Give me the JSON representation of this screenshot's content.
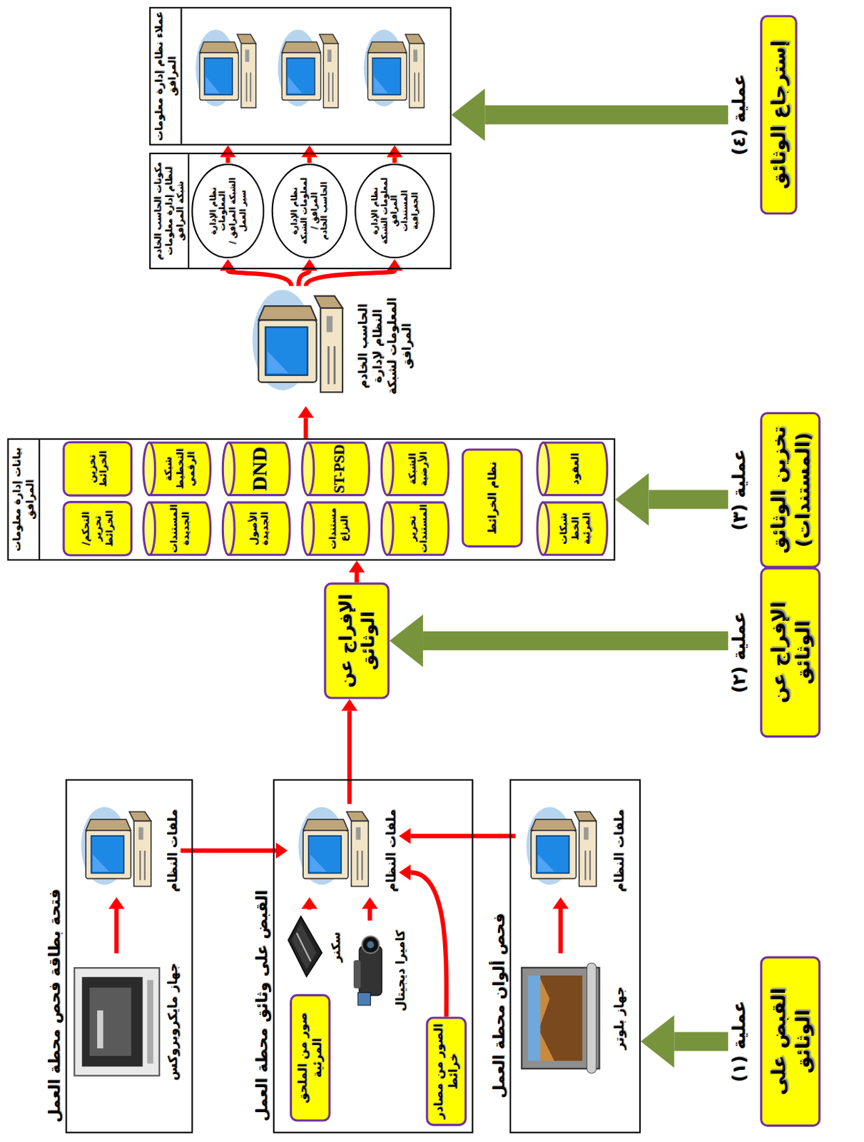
{
  "diagram": {
    "nodes": [
      {
        "text": [
          "فتحة بطاقة فحص محطة العمل"
        ]
      },
      {
        "text": [
          "جهاز مايكروبروكس"
        ],
        "in": 0
      },
      {
        "text": [
          "ملفات النظام"
        ],
        "in": 0
      },
      {
        "text": [
          "القبض على وثائق محطة العمل"
        ]
      },
      {
        "text": [
          "كاميرا ديجيتال"
        ],
        "in": 3
      },
      {
        "text": [
          "سكنر"
        ],
        "in": 3
      },
      {
        "text": [
          "صور من الملحق المرئية"
        ],
        "in": 3
      },
      {
        "text": [
          "الصور من مصادر خرائط"
        ],
        "in": 3
      },
      {
        "text": [
          "ملفات النظام"
        ],
        "in": 3
      },
      {
        "text": [
          "فحص ألوان محطة العمل"
        ]
      },
      {
        "text": [
          "جهاز بلوتر"
        ],
        "in": 9
      },
      {
        "text": [
          "ملفات النظام"
        ],
        "in": 9
      },
      {
        "text": [
          "الإفراج عن الوثائق"
        ]
      },
      {
        "text": [
          "بيانات إدارة معلومات المرافق"
        ]
      },
      {
        "text": [
          "تخزين الخرائط"
        ],
        "in": 13
      },
      {
        "text": [
          "التحكم/تحرير الخرائط"
        ],
        "in": 13
      },
      {
        "text": [
          "شبكة التخطيط الرقمي"
        ],
        "in": 13
      },
      {
        "text": [
          "المستندات الجديدة"
        ],
        "in": 13
      },
      {
        "text": [
          "DND"
        ],
        "in": 13
      },
      {
        "text": [
          "الأصول الجديدة"
        ],
        "in": 13
      },
      {
        "text": [
          "ST-PSD"
        ],
        "in": 13
      },
      {
        "text": [
          "مستندات النزاع"
        ],
        "in": 13
      },
      {
        "text": [
          "الشبكة الأرضية"
        ],
        "in": 13
      },
      {
        "text": [
          "تحرير المستندات"
        ],
        "in": 13
      },
      {
        "text": [
          "نظام الخرائط"
        ],
        "in": 13
      },
      {
        "text": [
          "العقود"
        ],
        "in": 13
      },
      {
        "text": [
          "شبكات الخط المرئية"
        ],
        "in": 13
      },
      {
        "text": [
          "الحاسب الخادم النظام لإدارة المعلومات لشبكة المرافق"
        ]
      },
      {
        "text": [
          "مكونات الحاسب الخادم لنظام إدارة معلومات شبكة المرافق"
        ]
      },
      {
        "text": [
          "نظام الإدارة المعلومات الشبكة المرافق / سير العمل"
        ],
        "in": 28
      },
      {
        "text": [
          "نظام الإدارة لمعلومات الشبكة المرافق / الحاسب الخادم"
        ],
        "in": 28
      },
      {
        "text": [
          "نظام الإدارة لمعلومات الشبكة المرافق المستندات الجغرافية"
        ],
        "in": 28
      },
      {
        "text": [
          "عملاء نظام إدارة معلومات المرافق"
        ]
      },
      {
        "text": [
          "عملية (١)",
          "القبض على الوثائق"
        ]
      },
      {
        "text": [
          "عملية (٢)",
          "الإفراج عن الوثائق"
        ]
      },
      {
        "text": [
          "عملية (٣)",
          "تخزين الوثائق (المستندات)"
        ]
      },
      {
        "text": [
          "عملية (٤)",
          "إسترجاع الوثائق"
        ]
      }
    ],
    "edges": [
      {
        "from": 1,
        "to": 2,
        "arrow": "to"
      },
      {
        "from": 2,
        "to": 8,
        "arrow": "to"
      },
      {
        "from": 11,
        "to": 8,
        "arrow": "to"
      },
      {
        "from": 10,
        "to": 11,
        "arrow": "to"
      },
      {
        "from": 5,
        "to": 8,
        "arrow": "to"
      },
      {
        "from": 4,
        "to": 8,
        "arrow": "to"
      },
      {
        "from": 7,
        "to": 8,
        "arrow": "to"
      },
      {
        "from": 8,
        "to": 12,
        "arrow": "to"
      },
      {
        "from": 12,
        "to": 13,
        "arrow": "to"
      },
      {
        "from": 13,
        "to": 27,
        "arrow": "to"
      },
      {
        "from": 27,
        "to": 29,
        "arrow": "to"
      },
      {
        "from": 27,
        "to": 30,
        "arrow": "to"
      },
      {
        "from": 27,
        "to": 31,
        "arrow": "to"
      },
      {
        "from": 29,
        "to": 32,
        "arrow": "to"
      },
      {
        "from": 30,
        "to": 32,
        "arrow": "to"
      },
      {
        "from": 31,
        "to": 32,
        "arrow": "to"
      },
      {
        "from": 33,
        "to": 9,
        "arrow": "to"
      },
      {
        "from": 34,
        "to": 12,
        "arrow": "to"
      },
      {
        "from": 35,
        "to": 13,
        "arrow": "to"
      },
      {
        "from": 36,
        "to": 32,
        "arrow": "to"
      }
    ]
  }
}
